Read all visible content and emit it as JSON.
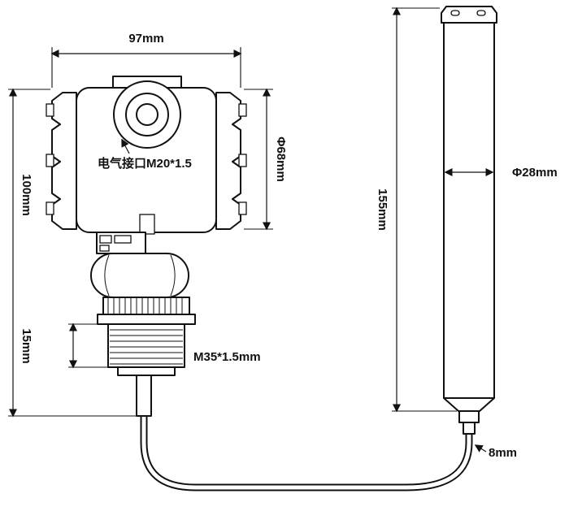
{
  "diagram": {
    "background": "#ffffff",
    "line_color": "#111111",
    "dimensions": {
      "housing_width": "97mm",
      "housing_height": "100mm",
      "flange_height": "15mm",
      "housing_diameter": "Φ68mm",
      "probe_length": "155mm",
      "probe_diameter": "Φ28mm",
      "cable_diameter": "8mm"
    },
    "annotations": {
      "electrical_interface": "电气接口M20*1.5",
      "thread_spec": "M35*1.5mm"
    }
  }
}
